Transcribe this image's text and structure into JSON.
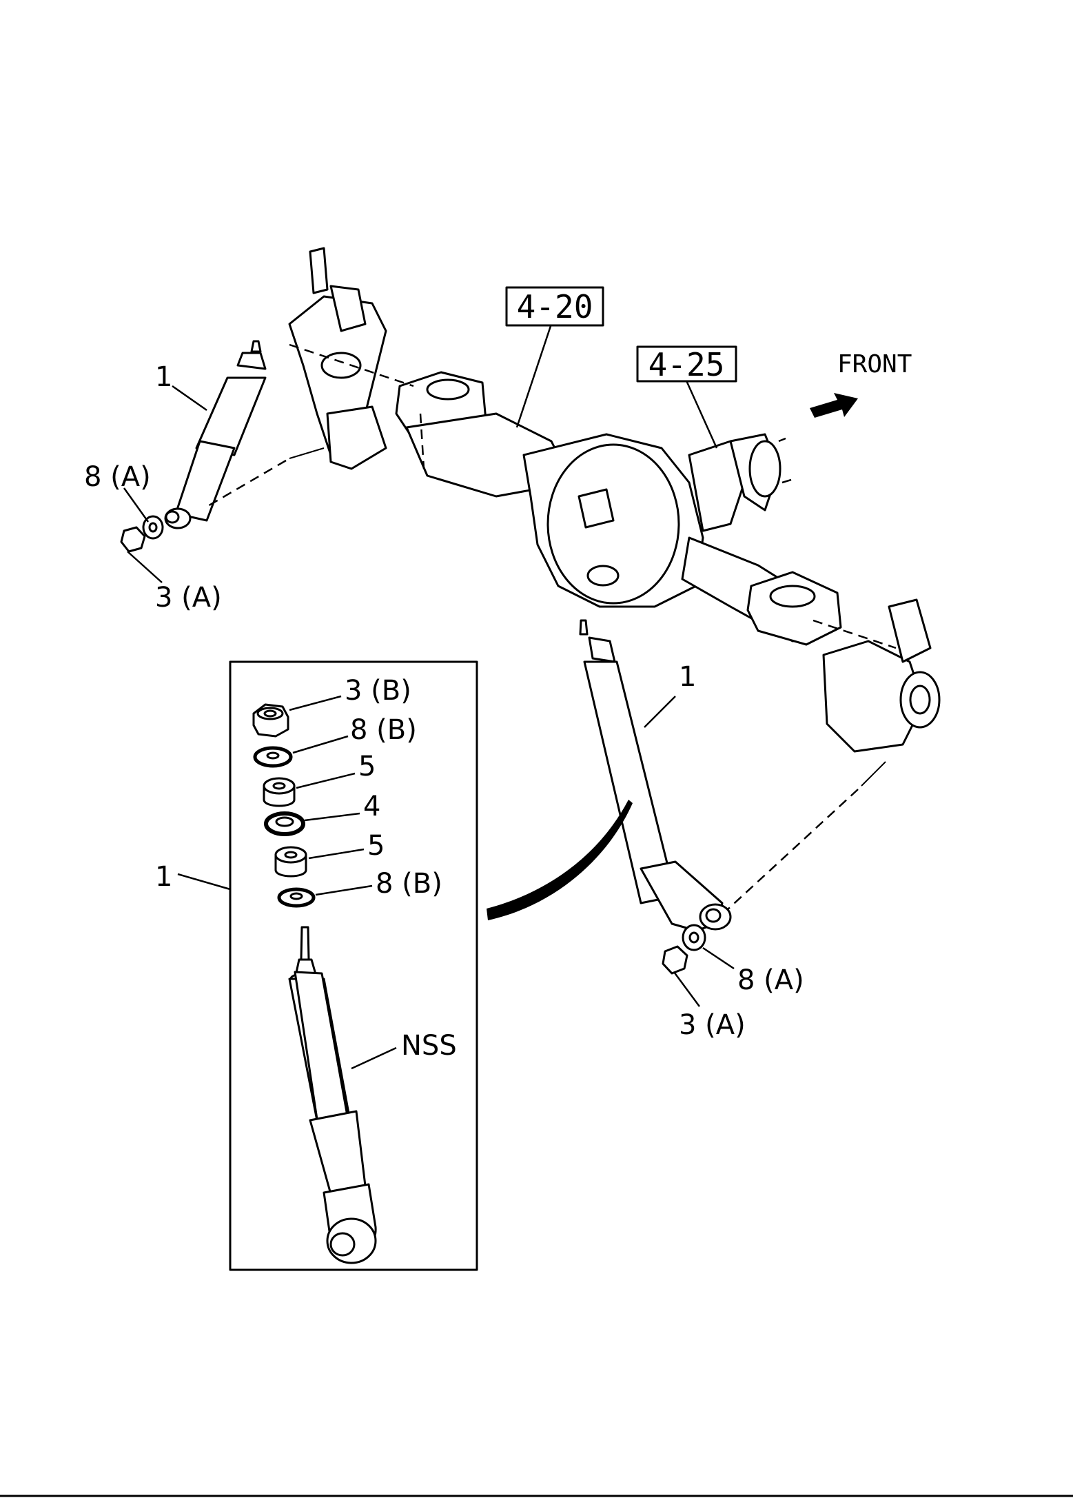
{
  "labels": {
    "ref_axle": "4-20",
    "ref_diff": "4-25",
    "front": "FRONT",
    "left_absorber": "1",
    "left_washer": "8 (A)",
    "left_nut": "3 (A)",
    "right_absorber": "1",
    "right_washer": "8 (A)",
    "right_nut": "3 (A)",
    "inset_absorber": "1",
    "inset_nut": "3 (B)",
    "inset_washer_top": "8 (B)",
    "inset_bushing_top": "5",
    "inset_retainer": "4",
    "inset_bushing_bottom": "5",
    "inset_washer_bottom": "8 (B)",
    "inset_nss": "NSS"
  }
}
